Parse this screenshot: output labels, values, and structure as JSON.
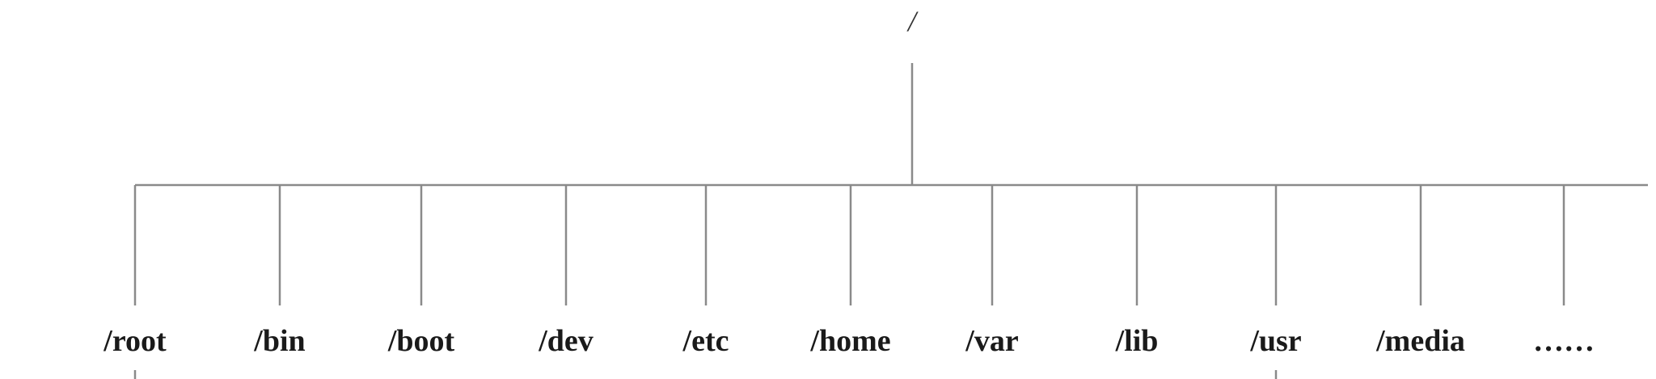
{
  "diagram": {
    "root": {
      "label": "/"
    },
    "children": [
      {
        "label": "/root",
        "has_subtree": true
      },
      {
        "label": "/bin",
        "has_subtree": false
      },
      {
        "label": "/boot",
        "has_subtree": false
      },
      {
        "label": "/dev",
        "has_subtree": false
      },
      {
        "label": "/etc",
        "has_subtree": false
      },
      {
        "label": "/home",
        "has_subtree": false
      },
      {
        "label": "/var",
        "has_subtree": false
      },
      {
        "label": "/lib",
        "has_subtree": false
      },
      {
        "label": "/usr",
        "has_subtree": true
      },
      {
        "label": "/media",
        "has_subtree": false
      },
      {
        "label": "……",
        "has_subtree": false
      }
    ],
    "colors": {
      "line": "#8a8a8a",
      "text": "#1a1a1a"
    }
  }
}
